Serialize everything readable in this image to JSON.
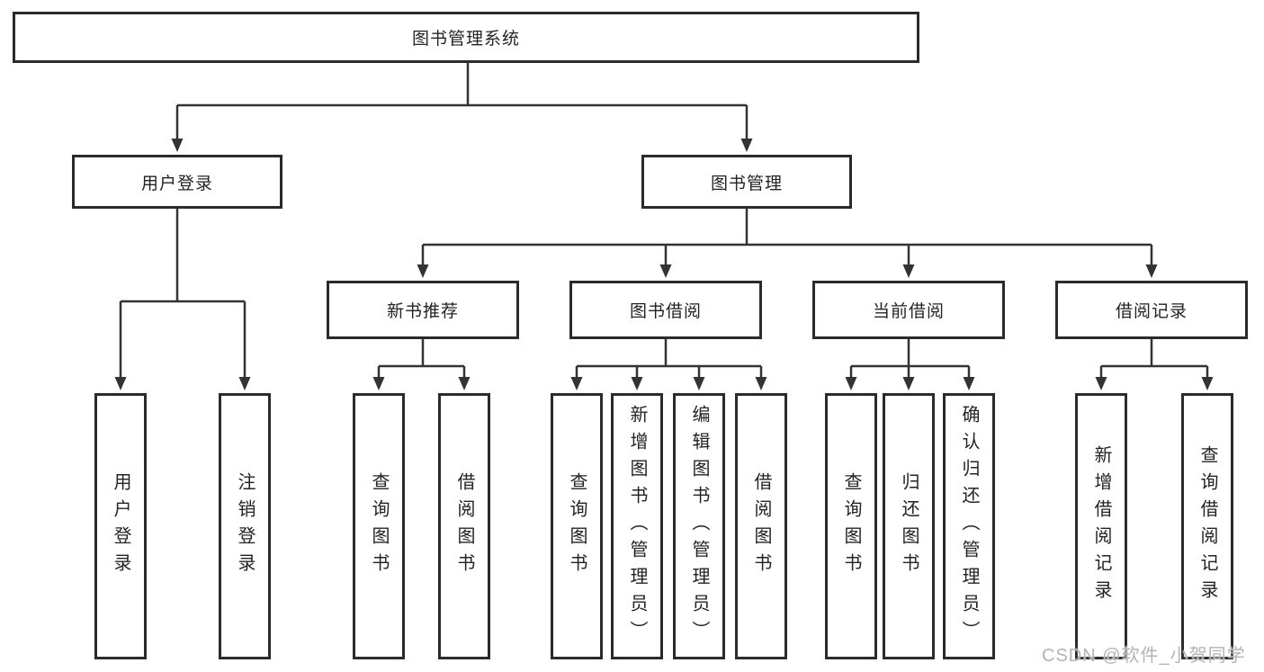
{
  "diagram_type": "hierarchy-tree",
  "tree": {
    "label": "图书管理系统",
    "children": [
      {
        "label": "用户登录",
        "children": [
          {
            "label": "用户登录"
          },
          {
            "label": "注销登录"
          }
        ]
      },
      {
        "label": "图书管理",
        "children": [
          {
            "label": "新书推荐",
            "children": [
              {
                "label": "查询图书"
              },
              {
                "label": "借阅图书"
              }
            ]
          },
          {
            "label": "图书借阅",
            "children": [
              {
                "label": "查询图书"
              },
              {
                "label": "新增图书（管理员）"
              },
              {
                "label": "编辑图书（管理员）"
              },
              {
                "label": "借阅图书"
              }
            ]
          },
          {
            "label": "当前借阅",
            "children": [
              {
                "label": "查询图书"
              },
              {
                "label": "归还图书"
              },
              {
                "label": "确认归还（管理员）"
              }
            ]
          },
          {
            "label": "借阅记录",
            "children": [
              {
                "label": "新增借阅记录"
              },
              {
                "label": "查询借阅记录"
              }
            ]
          }
        ]
      }
    ]
  },
  "watermark": {
    "text": "CSDN @软件_小贺同学"
  },
  "colors": {
    "background": "#ffffff",
    "line": "#333333",
    "box_border": "#2b2b2b",
    "box_fill": "#ffffff",
    "text": "#232323",
    "watermark": "#b3b3b3"
  }
}
